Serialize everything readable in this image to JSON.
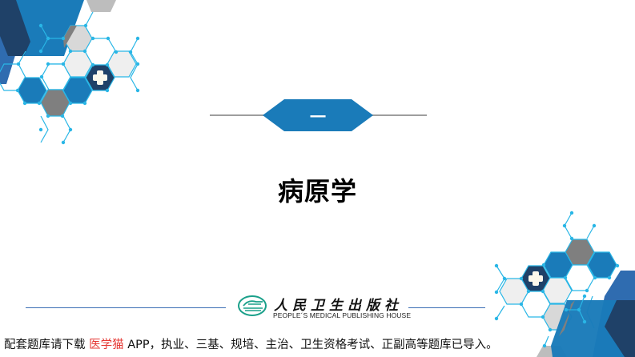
{
  "slide": {
    "section_number": "一",
    "title": "病原学"
  },
  "publisher": {
    "name_cn": "人民卫生出版社",
    "name_en": "PEOPLE´S MEDICAL PUBLISHING HOUSE",
    "logo_icon": "pmph-logo-icon"
  },
  "footer_notice": {
    "prefix": "配套题库请下载 ",
    "highlight": "医学猫",
    "suffix": " APP，执业、三基、规培、主治、卫生资格考试、正副高等题库已导入。"
  },
  "colors": {
    "primary_blue": "#1a7bb9",
    "navy": "#1f4168",
    "steel_blue": "#2f6cb0",
    "gray": "#7f7f7f",
    "light_gray": "#d8d8d8",
    "pale_gray": "#efefef",
    "network_cyan": "#29b6e6",
    "divider_gray": "#9e9e9e",
    "footer_line": "#3c6fb5",
    "highlight_red": "#e53935"
  }
}
